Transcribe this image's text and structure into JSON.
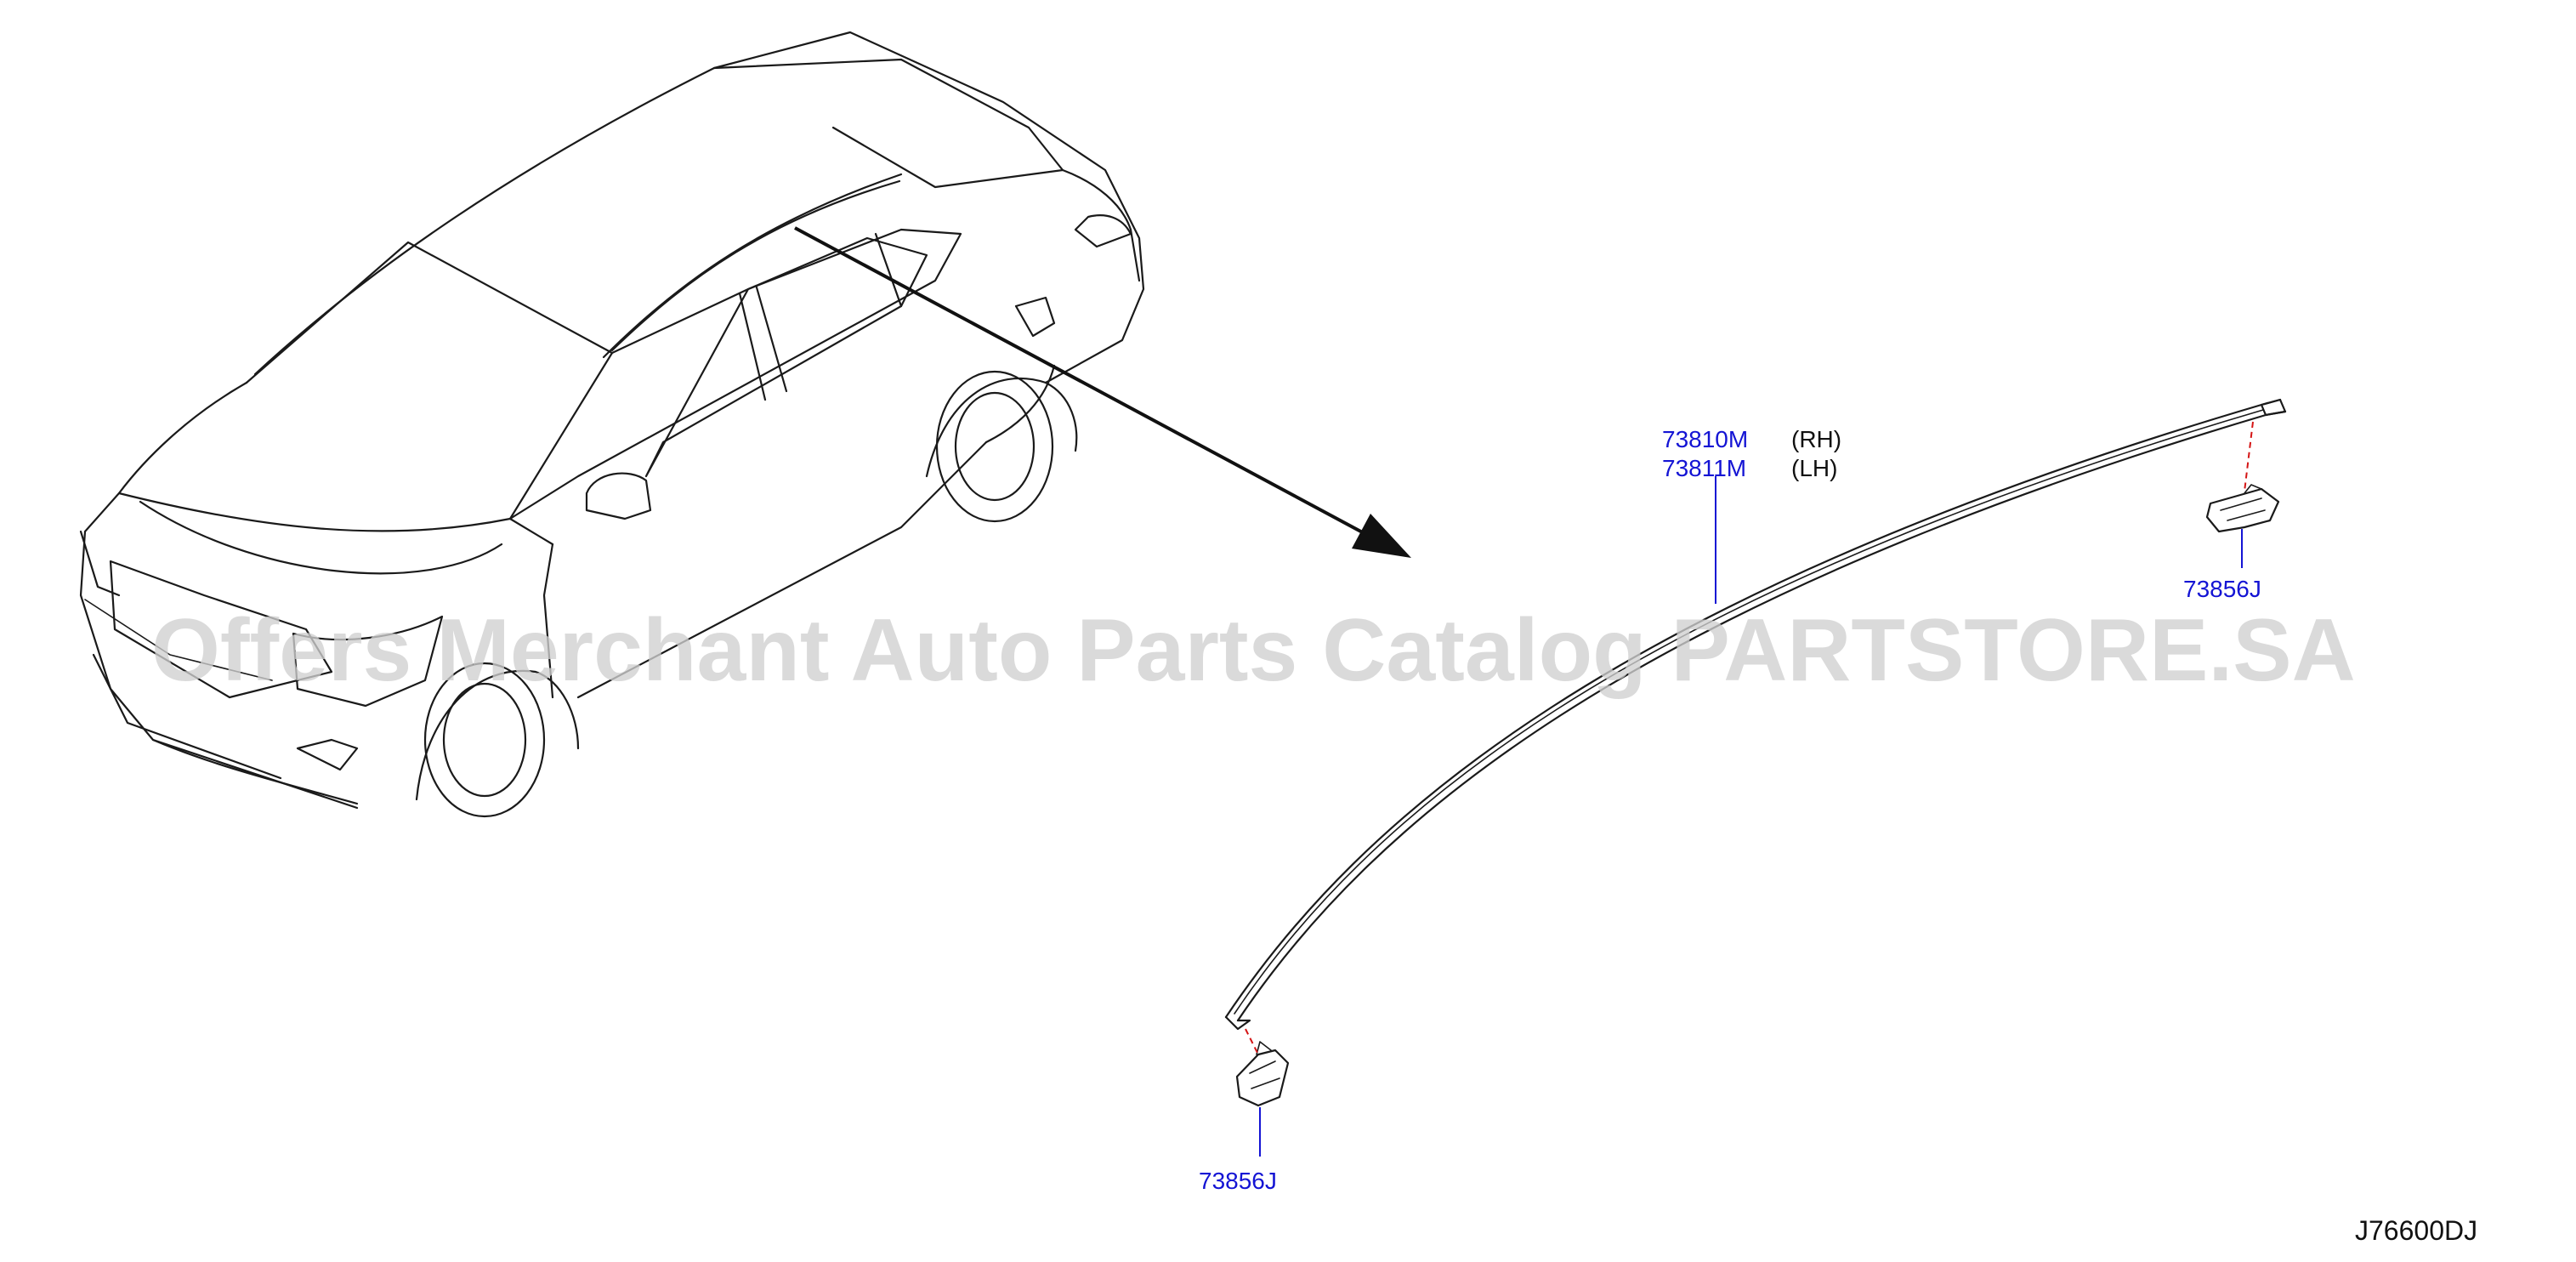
{
  "callouts": {
    "molding_rh": "73810M",
    "molding_rh_side": "(RH)",
    "molding_lh": "73811M",
    "molding_lh_side": "(LH)",
    "clip_right": "73856J",
    "clip_left": "73856J"
  },
  "diagram_code": "J76600DJ",
  "watermark": "Offers Merchant Auto Parts Catalog PARTSTORE.SA",
  "colors": {
    "part_number": "#1414d4",
    "clip_dash": "#d41414",
    "line_art": "#1a1a1a"
  }
}
